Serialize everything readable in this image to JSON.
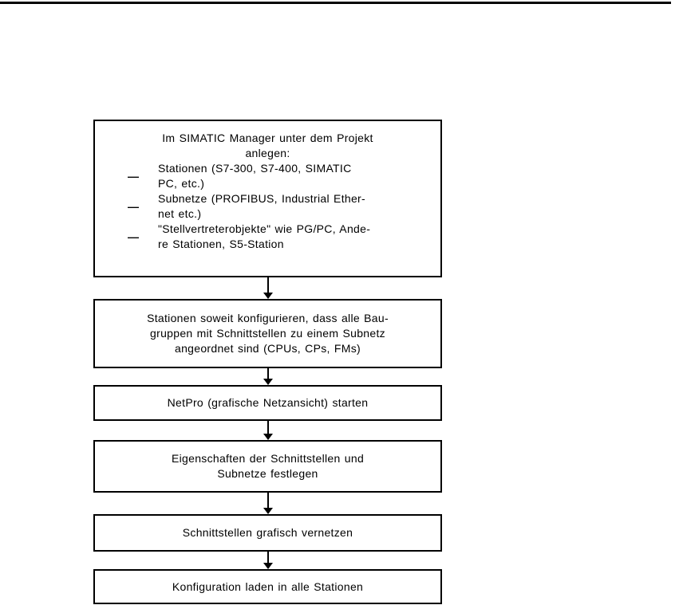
{
  "top_rule": {
    "color": "#000000"
  },
  "flowchart": {
    "bullet_char": "—",
    "line_color": "#000000",
    "box1": {
      "heading": "Im SIMATIC Manager unter dem Projekt\nanlegen:",
      "items": [
        "Stationen (S7-300, S7-400, SIMATIC\nPC, etc.)",
        "Subnetze (PROFIBUS, Industrial Ether-\nnet etc.)",
        "\"Stellvertreterobjekte\" wie PG/PC, Ande-\nre Stationen, S5-Station"
      ]
    },
    "box2": {
      "text": "Stationen soweit konfigurieren, dass alle Bau-\ngruppen mit Schnittstellen zu einem Subnetz\nangeordnet sind (CPUs, CPs, FMs)"
    },
    "box3": {
      "text": "NetPro (grafische Netzansicht) starten"
    },
    "box4": {
      "text": "Eigenschaften der Schnittstellen und\nSubnetze festlegen"
    },
    "box5": {
      "text": "Schnittstellen grafisch vernetzen"
    },
    "box6": {
      "text": "Konfiguration laden in alle Stationen"
    }
  }
}
